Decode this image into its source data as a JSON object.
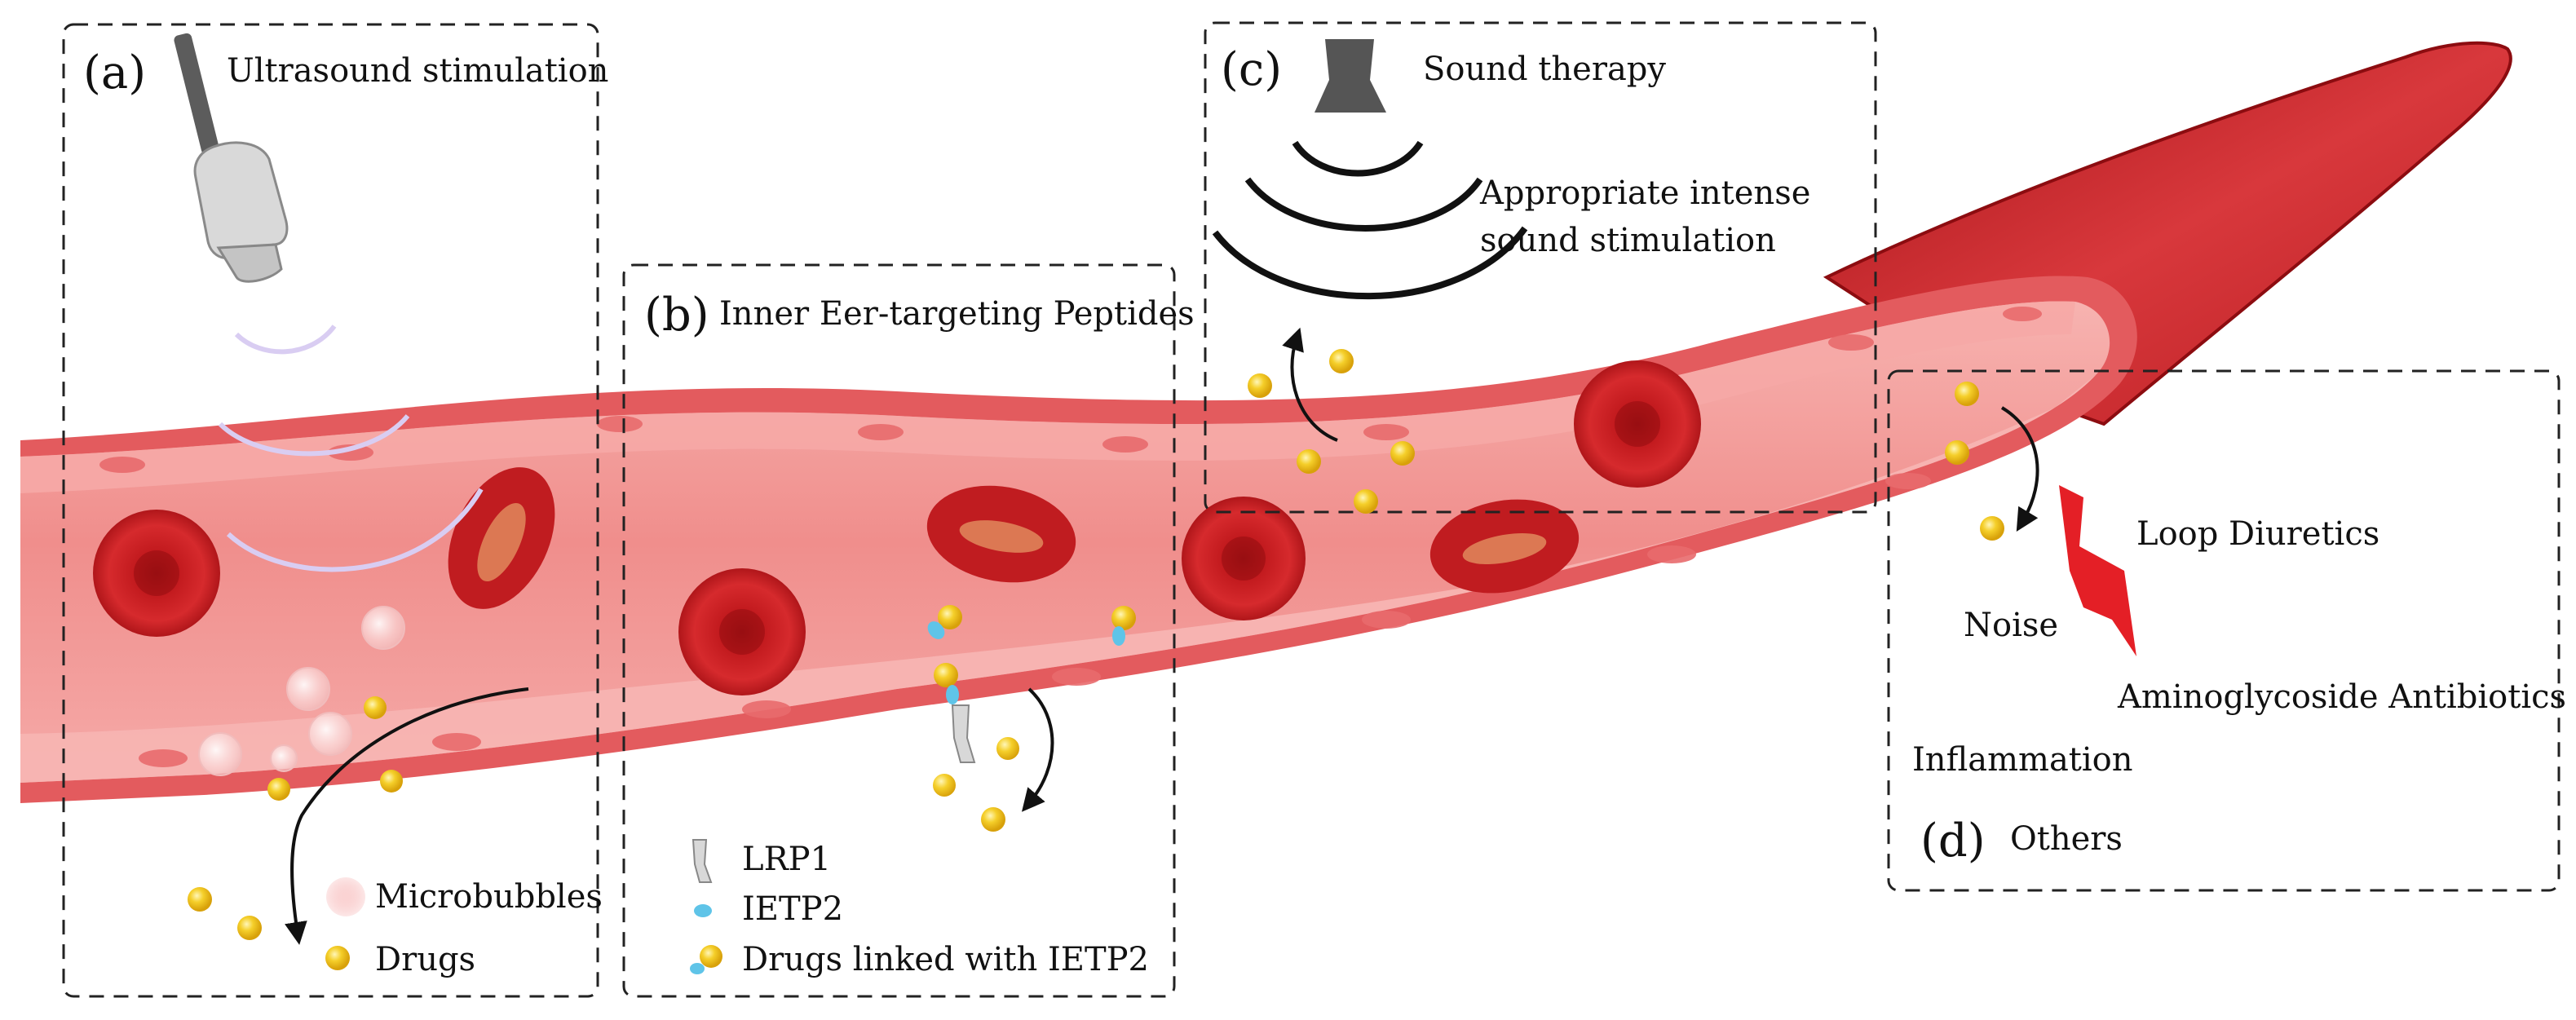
{
  "panels": {
    "a": {
      "letter": "(a)",
      "title": "Ultrasound stimulation",
      "legend": {
        "microbubbles": "Microbubbles",
        "drugs": "Drugs"
      }
    },
    "b": {
      "letter": "(b)",
      "title": "Inner Eer-targeting Peptides",
      "legend": {
        "lrp1": "LRP1",
        "ietp2": "IETP2",
        "linked": "Drugs linked with IETP2"
      }
    },
    "c": {
      "letter": "(c)",
      "title": "Sound therapy",
      "line1": "Appropriate intense",
      "line2": "sound stimulation"
    },
    "d": {
      "letter": "(d)",
      "title": "Others",
      "loop": "Loop Diuretics",
      "noise": "Noise",
      "amino": "Aminoglycoside Antibiotics",
      "inflammation": "Inflammation"
    }
  },
  "colors": {
    "vessel_wall": "#c8282e",
    "vessel_lumen": "#f28a8a",
    "endothelium": "#f6a4a4",
    "rbc": "#c81e22",
    "drug": "#f2c21a",
    "ietp2": "#5fc4e8",
    "lightning": "#e41f26"
  }
}
